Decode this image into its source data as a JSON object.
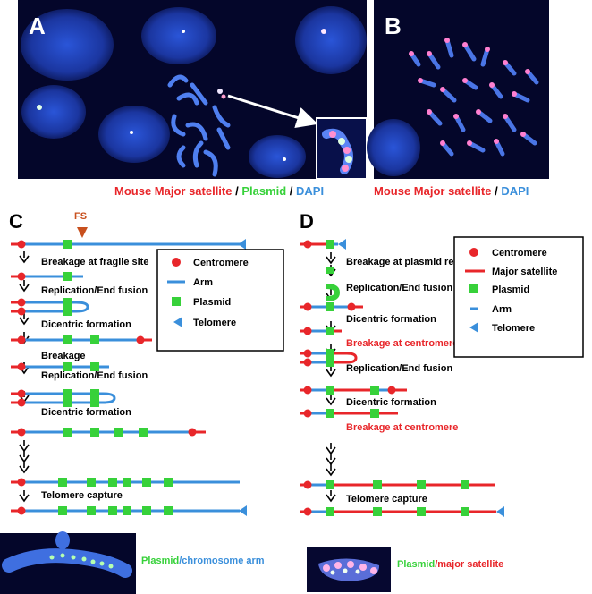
{
  "panels": {
    "a": "A",
    "b": "B",
    "c": "C",
    "d": "D"
  },
  "captions": {
    "a_major": "Mouse Major satellite",
    "a_sep1": " / ",
    "a_plasmid": "Plasmid",
    "a_sep2": " / ",
    "a_dapi": "DAPI",
    "b_major": "Mouse Major satellite",
    "b_sep": " / ",
    "b_dapi": "DAPI",
    "c_plasmid": "Plasmid",
    "c_sep": "/",
    "c_arm": "chromosome arm",
    "d_plasmid": "Plasmid",
    "d_sep": "/",
    "d_major": "major satellite"
  },
  "fs_label": "FS",
  "c_steps": [
    "Breakage at fragile site",
    "Replication/End fusion",
    "Dicentric formation",
    "Breakage",
    "Replication/End fusion",
    "Dicentric formation",
    "Telomere capture"
  ],
  "d_steps": [
    "Breakage at plasmid repeat",
    "Replication/End fusion",
    "Dicentric formation",
    "Breakage at centromere",
    "Replication/End fusion",
    "Dicentric formation",
    "Breakage at centromere",
    "Telomere capture"
  ],
  "legend_c": [
    "Centromere",
    "Arm",
    "Plasmid",
    "Telomere"
  ],
  "legend_d": [
    "Centromere",
    "Major satellite",
    "Plasmid",
    "Arm",
    "Telomere"
  ],
  "colors": {
    "red": "#e8262a",
    "blue": "#3a8fdb",
    "green": "#37d13a",
    "fs": "#c8501e",
    "micro_bg": "#04062a",
    "nucleus": "#1f3fae",
    "caption_red": "#e8262a",
    "caption_green": "#37d13a",
    "caption_blue": "#3a8fdb"
  }
}
